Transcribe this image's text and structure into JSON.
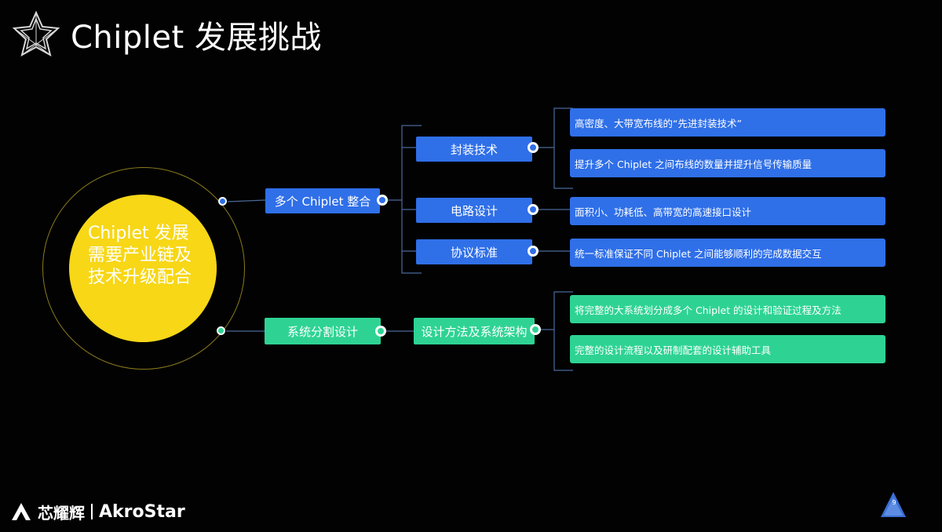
{
  "header": {
    "title": "Chiplet 发展挑战"
  },
  "core": {
    "text": "Chiplet 发展需要产业链及技术升级配合",
    "color": "#f7d716"
  },
  "branches": {
    "integration": {
      "label": "多个 Chiplet 整合",
      "children": {
        "packaging": {
          "label": "封装技术",
          "details": [
            "高密度、大带宽布线的“先进封装技术”",
            "提升多个 Chiplet 之间布线的数量并提升信号传输质量"
          ]
        },
        "circuit": {
          "label": "电路设计",
          "details": [
            "面积小、功耗低、高带宽的高速接口设计"
          ]
        },
        "protocol": {
          "label": "协议标准",
          "details": [
            "统一标准保证不同 Chiplet 之间能够顺利的完成数据交互"
          ]
        }
      }
    },
    "partition": {
      "label": "系统分割设计",
      "child": {
        "label": "设计方法及系统架构",
        "details": [
          "将完整的大系统划分成多个 Chiplet 的设计和验证过程及方法",
          "完整的设计流程以及研制配套的设计辅助工具"
        ]
      }
    }
  },
  "colors": {
    "blue": "#2f6fe8",
    "green": "#2ed393",
    "line": "#4a6a9a"
  },
  "footer": {
    "brand_cn": "芯耀辉",
    "brand_en": "AkroStar",
    "page_number": "9"
  }
}
